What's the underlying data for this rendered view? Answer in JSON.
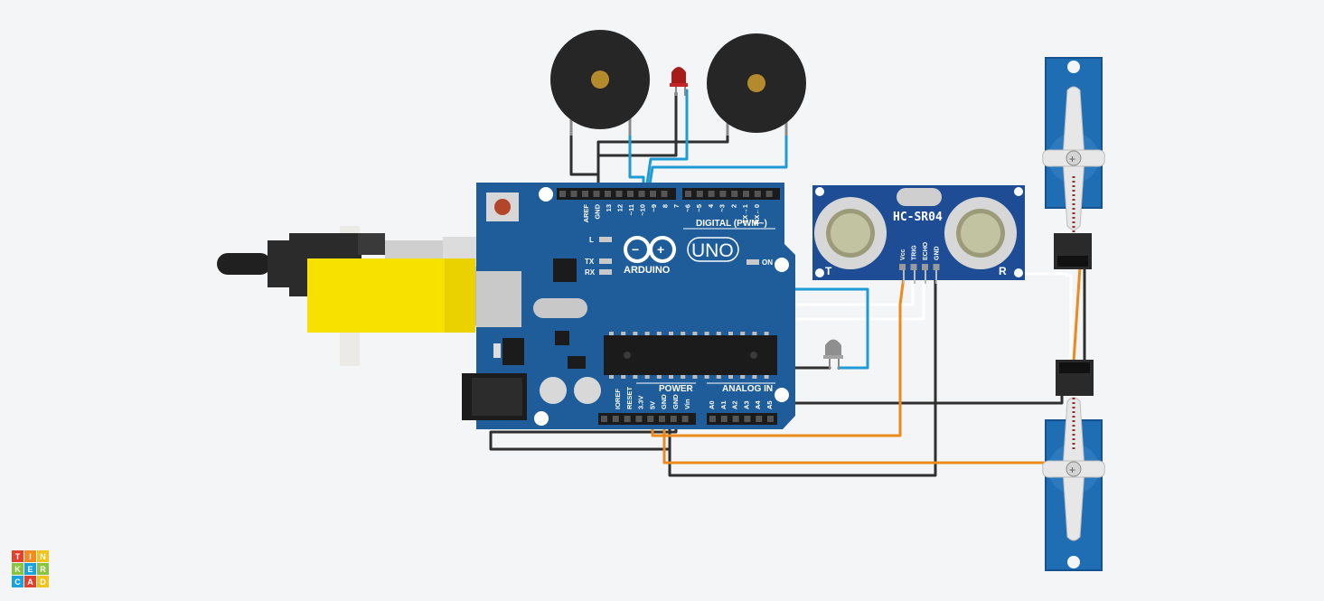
{
  "arduino": {
    "brand": "ARDUINO",
    "model": "UNO",
    "digital_label": "DIGITAL (PWM~)",
    "power_label": "POWER",
    "analog_label": "ANALOG IN",
    "led_l": "L",
    "led_tx": "TX",
    "led_rx": "RX",
    "led_on": "ON",
    "top_pins": [
      "AREF",
      "GND",
      "13",
      "12",
      "~11",
      "~10",
      "~9",
      "8",
      "7",
      "~6",
      "~5",
      "4",
      "~3",
      "2",
      "TX→1",
      "RX←0"
    ],
    "power_pins": [
      "IOREF",
      "RESET",
      "3.3V",
      "5V",
      "GND",
      "GND",
      "Vin"
    ],
    "analog_pins": [
      "A0",
      "A1",
      "A2",
      "A3",
      "A4",
      "A5"
    ]
  },
  "sensor": {
    "model": "HC-SR04",
    "pins": [
      "Vcc",
      "TRIG",
      "ECHO",
      "GND"
    ],
    "side_left": "T",
    "side_right": "R"
  },
  "logo": {
    "letters": [
      "T",
      "I",
      "N",
      "K",
      "E",
      "R",
      "C",
      "A",
      "D"
    ],
    "colors": [
      "#e2412e",
      "#f28b20",
      "#f2c31b",
      "#8ac43f",
      "#1aa2dc",
      "#8ac43f",
      "#1aa2dc",
      "#e2412e",
      "#f2c31b"
    ]
  },
  "wire_colors": {
    "black": "#2f2f2f",
    "blue": "#1f9bd6",
    "white": "#ffffff",
    "orange": "#ec8a1e",
    "red": "#d62a2a"
  }
}
